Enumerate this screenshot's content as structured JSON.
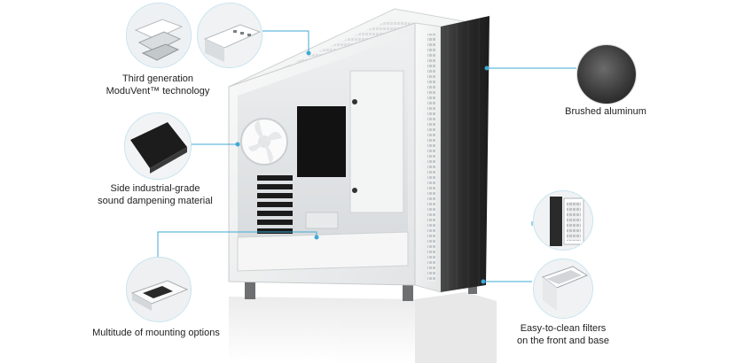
{
  "colors": {
    "accent": "#3fa9d6",
    "white_panel": "#f1f2f2",
    "dark_panel": "#2c2c2c",
    "background": "#ffffff"
  },
  "features": {
    "moduvent": {
      "line1": "Third generation",
      "line2": "ModuVent™ technology",
      "icons": [
        "top-panel-exploded-icon",
        "top-panel-closeup-icon"
      ]
    },
    "sound_dampening": {
      "line1": "Side industrial-grade",
      "line2": "sound dampening material",
      "icon": "dampening-pad-icon"
    },
    "mounting": {
      "line1": "Multitude of mounting options",
      "icon": "drive-bay-icon"
    },
    "aluminum": {
      "line1": "Brushed aluminum",
      "icon": "brushed-metal-swatch-icon"
    },
    "filters": {
      "line1": "Easy-to-clean filters",
      "line2": "on the front and base",
      "icons": [
        "front-filter-icon",
        "base-filter-icon"
      ]
    }
  }
}
